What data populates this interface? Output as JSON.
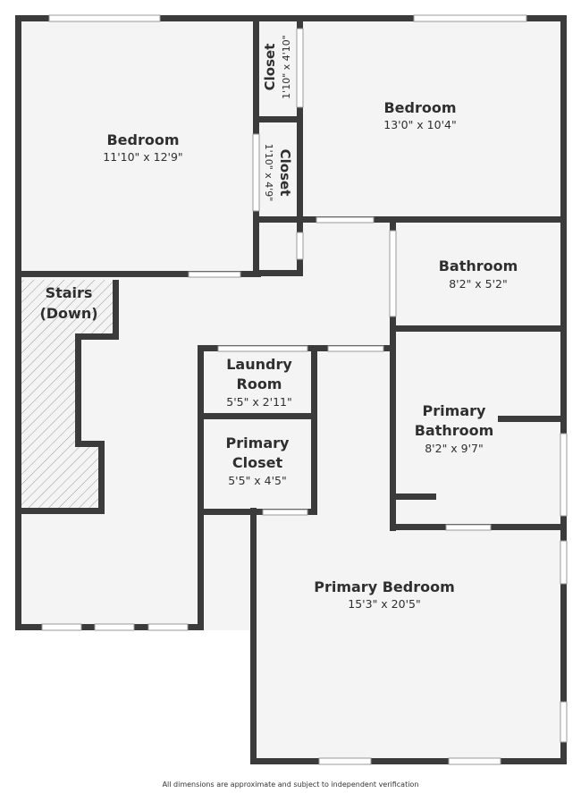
{
  "colors": {
    "wall": "#3b3b3b",
    "floor": "#f4f4f4",
    "text": "#2f2f2f"
  },
  "rooms": {
    "bedroom_left": {
      "name": "Bedroom",
      "dims": "11'10\" x 12'9\""
    },
    "bedroom_right": {
      "name": "Bedroom",
      "dims": "13'0\" x 10'4\""
    },
    "closet_top": {
      "name": "Closet",
      "dims": "1'10\" x 4'10\""
    },
    "closet_mid": {
      "name": "Closet",
      "dims": "1'10\" x 4'9\""
    },
    "bathroom": {
      "name": "Bathroom",
      "dims": "8'2\" x 5'2\""
    },
    "stairs": {
      "line1": "Stairs",
      "line2": "(Down)"
    },
    "laundry": {
      "line1": "Laundry",
      "line2": "Room",
      "dims": "5'5\" x 2'11\""
    },
    "primary_closet": {
      "line1": "Primary",
      "line2": "Closet",
      "dims": "5'5\" x 4'5\""
    },
    "primary_bathroom": {
      "line1": "Primary",
      "line2": "Bathroom",
      "dims": "8'2\" x 9'7\""
    },
    "primary_bedroom": {
      "name": "Primary Bedroom",
      "dims": "15'3\" x 20'5\""
    }
  },
  "footer": "All dimensions are approximate and subject to independent verification"
}
